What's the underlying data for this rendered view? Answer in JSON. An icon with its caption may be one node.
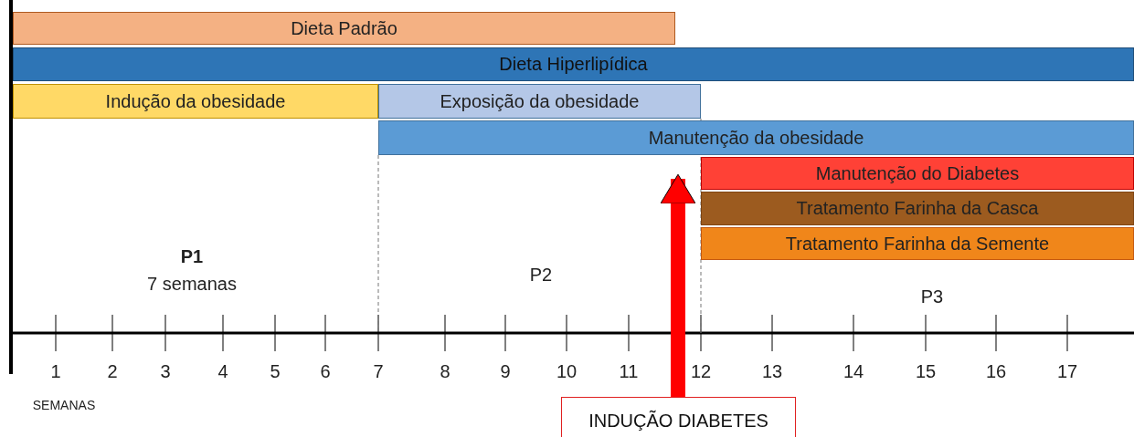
{
  "diagram": {
    "nodes": [
      {
        "text": [
          "Dieta Padrão"
        ]
      },
      {
        "text": [
          "Dieta Hiperlipídica"
        ]
      },
      {
        "text": [
          "Indução da obesidade"
        ]
      },
      {
        "text": [
          "Exposição da obesidade"
        ]
      },
      {
        "text": [
          "Manutenção da obesidade"
        ]
      },
      {
        "text": [
          "Manutenção do Diabetes"
        ]
      },
      {
        "text": [
          "Tratamento Farinha da Casca"
        ]
      },
      {
        "text": [
          "Tratamento Farinha da Semente"
        ]
      },
      {
        "text": [
          "INDUÇÃO DIABETES"
        ]
      }
    ],
    "edges": [
      {
        "from": 8,
        "to": 4,
        "arrow": "to",
        "color": "#ff0000"
      }
    ],
    "labels": [
      "P1",
      "7 semanas",
      "P2",
      "P3",
      "1",
      "2",
      "3",
      "4",
      "5",
      "6",
      "7",
      "8",
      "9",
      "10",
      "11",
      "12",
      "13",
      "14",
      "15",
      "16",
      "17",
      "SEMANAS"
    ]
  }
}
